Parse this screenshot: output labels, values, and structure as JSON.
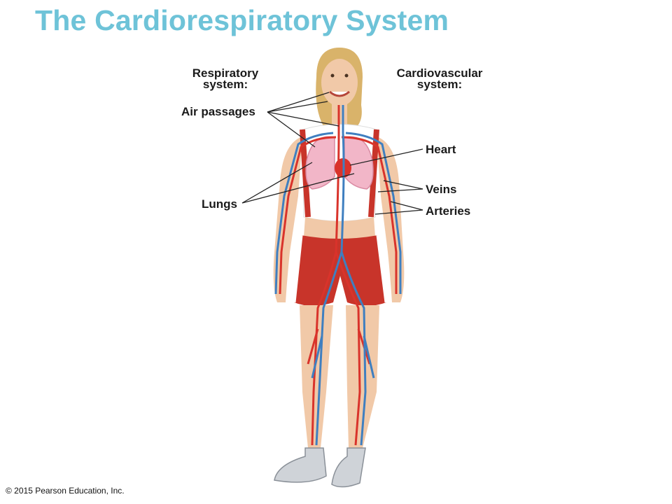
{
  "title": "The Cardiorespiratory System",
  "headers": {
    "respiratory": [
      "Respiratory",
      "system:"
    ],
    "cardiovascular": [
      "Cardiovascular",
      "system:"
    ]
  },
  "labels": {
    "air_passages": "Air passages",
    "lungs": "Lungs",
    "heart": "Heart",
    "veins": "Veins",
    "arteries": "Arteries"
  },
  "colors": {
    "title": "#6ec3d8",
    "artery": "#d9332b",
    "vein": "#3f7fc0",
    "lung": "#f2b6c8",
    "shorts": "#c8342a",
    "skin": "#f1c9a8"
  },
  "copyright": "© 2015 Pearson Education, Inc."
}
